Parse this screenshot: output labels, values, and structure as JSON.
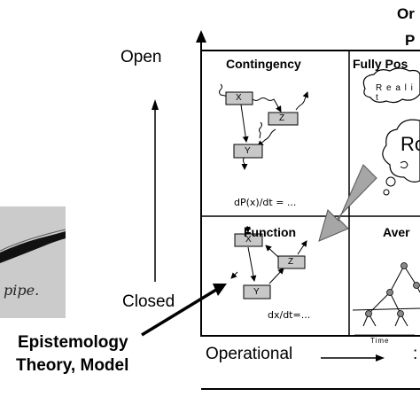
{
  "header": {
    "line1": "Or",
    "line2": "P"
  },
  "axis": {
    "open": "Open",
    "closed": "Closed",
    "operational": "Operational",
    "operational_suffix": ":"
  },
  "quadrants": {
    "contingency": {
      "title": "Contingency",
      "nodes": [
        "X",
        "Z",
        "Y"
      ],
      "equation": "dP(x)/dt = ..."
    },
    "fully_possible": {
      "title": "Fully Pos",
      "cloud_text_1": "R e a l i t",
      "cloud_text_2": "Ro"
    },
    "function": {
      "title": "Function",
      "nodes": [
        "X",
        "Z",
        "Y"
      ],
      "equation": "dx/dt=..."
    },
    "average": {
      "title": "Aver",
      "time_label": "Time"
    }
  },
  "photo": {
    "caption": "pipe."
  },
  "epistemology": {
    "line1": "Epistemology",
    "line2": "Theory, Model"
  },
  "colors": {
    "node_fill": "#c8c8c8",
    "big_arrow_fill": "#a6a6a6",
    "photo_bg": "#c9c9c9"
  }
}
